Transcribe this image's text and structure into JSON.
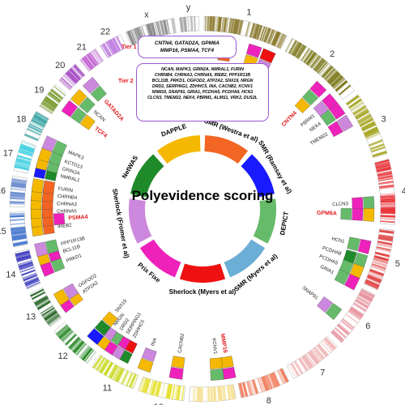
{
  "title": "Polyevidence scoring",
  "tiers": {
    "tier1_label": "Tier 1",
    "tier1_lines": [
      "CNTN4, GATAD2A, GPM6A",
      "MMP16, PSMA4, TCF4"
    ],
    "tier2_label": "Tier 2",
    "tier2_lines": [
      "NCAN, MAPK3, GRIN2A, NMRAL1, FURIN",
      "CHRNB4, CHRNA3, CHRNA5, IREB2, PPP1R13B",
      "BCL11B, PRKD1, OGFOD2, ATP2A2, SNX19, NRGN",
      "DRD2, SERPING1, ZDHHC5, INA, CACNB2, KCNV1",
      "NNM16, SNAP91, GRIA1, PCDHA5, PCDHA8, HCN1",
      "CLCN3, TMEM22, NEK4, PBRM1, ALMS1, VRK2, DUS2L"
    ]
  },
  "methods": [
    {
      "label": "SMR (Westra et al)",
      "color": "#f26522"
    },
    {
      "label": "SMR (Ramsay et al)",
      "color": "#1a1aff"
    },
    {
      "label": "DEPICT",
      "color": "#66bb6a"
    },
    {
      "label": "SMR (Myers et al)",
      "color": "#6baed6"
    },
    {
      "label": "Sherlock (Myers et al)",
      "color": "#ee1111"
    },
    {
      "label": "Prix Fixe",
      "color": "#ee22bb"
    },
    {
      "label": "Sherlock (Fromer et al)",
      "color": "#cc88dd"
    },
    {
      "label": "NetWAS",
      "color": "#1f8a2a"
    },
    {
      "label": "DAPPLE",
      "color": "#f5b800"
    }
  ],
  "chromosomes": [
    "1",
    "2",
    "3",
    "4",
    "5",
    "6",
    "7",
    "8",
    "9",
    "10",
    "11",
    "12",
    "13",
    "14",
    "15",
    "16",
    "17",
    "18",
    "19",
    "20",
    "21",
    "22",
    "x",
    "y"
  ],
  "chromosome_colors": [
    "#8b7a2e",
    "#7e7a1e",
    "#a8a828",
    "#e8353b",
    "#e04a4a",
    "#e896a0",
    "#f0b8b8",
    "#f08060",
    "#f5e090",
    "#e6e030",
    "#c8d820",
    "#2a8a2a",
    "#2f6a2f",
    "#4040c0",
    "#4a7ad0",
    "#7090d0",
    "#40d0e0",
    "#30a0a0",
    "#7a9a30",
    "#a040c0",
    "#c060d0",
    "#c080e0",
    "#888888",
    "#aaaaaa"
  ],
  "genes": [
    {
      "name": "DUS2L",
      "highlight": false,
      "colors": [
        "#f5b800",
        "#f26522"
      ]
    },
    {
      "name": "VRK2",
      "highlight": false,
      "colors": [
        "#ee22bb",
        "#f5b800"
      ]
    },
    {
      "name": "ALMS1",
      "highlight": false,
      "colors": [
        "#ee1111",
        "#cc88dd",
        "#6baed6"
      ]
    },
    {
      "name": "CNTN4",
      "highlight": true,
      "colors": [
        "#ee22bb",
        "#66bb6a",
        "#f5b800"
      ]
    },
    {
      "name": "PBRM1",
      "highlight": false,
      "colors": [
        "#ee22bb",
        "#cc88dd"
      ]
    },
    {
      "name": "NEK4",
      "highlight": false,
      "colors": [
        "#ee22bb",
        "#66bb6a"
      ]
    },
    {
      "name": "TMEM22",
      "highlight": false,
      "colors": [
        "#cc88dd",
        "#ee22bb"
      ]
    },
    {
      "name": "CLCN3",
      "highlight": false,
      "colors": [
        "#66bb6a",
        "#ee22bb"
      ]
    },
    {
      "name": "GPM6A",
      "highlight": true,
      "colors": [
        "#f5b800",
        "#ee22bb",
        "#66bb6a"
      ]
    },
    {
      "name": "HCN1",
      "highlight": false,
      "colors": [
        "#ee22bb",
        "#66bb6a"
      ]
    },
    {
      "name": "PCDHA8",
      "highlight": false,
      "colors": [
        "#66bb6a",
        "#1f8a2a"
      ]
    },
    {
      "name": "PCDHA5",
      "highlight": false,
      "colors": [
        "#f5b800",
        "#66bb6a"
      ]
    },
    {
      "name": "GRIA1",
      "highlight": false,
      "colors": [
        "#ee22bb",
        "#66bb6a"
      ]
    },
    {
      "name": "SNAP91",
      "highlight": false,
      "colors": [
        "#66bb6a",
        "#cc88dd"
      ]
    },
    {
      "name": "MMP16",
      "highlight": true,
      "colors": [
        "#ee22bb",
        "#f5b800"
      ]
    },
    {
      "name": "KCNV1",
      "highlight": false,
      "colors": [
        "#66bb6a",
        "#f5b800"
      ]
    },
    {
      "name": "CACNB2",
      "highlight": false,
      "colors": [
        "#ee22bb",
        "#f5b800"
      ]
    },
    {
      "name": "INA",
      "highlight": false,
      "colors": [
        "#f5b800",
        "#cc88dd"
      ]
    },
    {
      "name": "ZDHHC5",
      "highlight": false,
      "colors": [
        "#1f8a2a",
        "#ee1111"
      ]
    },
    {
      "name": "SERPING1",
      "highlight": false,
      "colors": [
        "#cc88dd",
        "#ee22bb"
      ]
    },
    {
      "name": "DRD2",
      "highlight": false,
      "colors": [
        "#ee22bb",
        "#66bb6a"
      ]
    },
    {
      "name": "NRGN",
      "highlight": false,
      "colors": [
        "#f5b800",
        "#cc88dd"
      ]
    },
    {
      "name": "SNX19",
      "highlight": false,
      "colors": [
        "#1a1aff",
        "#1f8a2a",
        "#f5b800"
      ]
    },
    {
      "name": "ATP2A2",
      "highlight": false,
      "colors": [
        "#ee22bb",
        "#f5b800"
      ]
    },
    {
      "name": "OGFOD2",
      "highlight": false,
      "colors": [
        "#f5b800",
        "#cc88dd"
      ]
    },
    {
      "name": "PRKD1",
      "highlight": false,
      "colors": [
        "#ee22bb",
        "#66bb6a"
      ]
    },
    {
      "name": "BCL11B",
      "highlight": false,
      "colors": [
        "#f5b800",
        "#ee22bb"
      ]
    },
    {
      "name": "PPP1R13B",
      "highlight": false,
      "colors": [
        "#cc88dd",
        "#66bb6a"
      ]
    },
    {
      "name": "IREB2",
      "highlight": false,
      "colors": [
        "#f5b800",
        "#f26522"
      ]
    },
    {
      "name": "PSMA4",
      "highlight": true,
      "colors": [
        "#f5b800",
        "#f26522",
        "#ee22bb"
      ]
    },
    {
      "name": "CHRNA5",
      "highlight": false,
      "colors": [
        "#f5b800",
        "#f26522"
      ]
    },
    {
      "name": "CHRNA3",
      "highlight": false,
      "colors": [
        "#f5b800",
        "#f26522"
      ]
    },
    {
      "name": "CHRNB4",
      "highlight": false,
      "colors": [
        "#f5b800",
        "#f26522"
      ]
    },
    {
      "name": "FURIN",
      "highlight": false,
      "colors": [
        "#f5b800",
        "#f26522"
      ]
    },
    {
      "name": "NMRAL1",
      "highlight": false,
      "colors": [
        "#1a1aff",
        "#1f8a2a"
      ]
    },
    {
      "name": "GRIN2A",
      "highlight": false,
      "colors": [
        "#f5b800",
        "#66bb6a"
      ]
    },
    {
      "name": "KCTD13",
      "highlight": false,
      "colors": [
        "#f5b800",
        "#66bb6a"
      ]
    },
    {
      "name": "MAPK3",
      "highlight": false,
      "colors": [
        "#cc88dd",
        "#66bb6a"
      ]
    },
    {
      "name": "TCF4",
      "highlight": true,
      "colors": [
        "#ee22bb",
        "#66bb6a",
        "#f5b800"
      ]
    },
    {
      "name": "NCAN",
      "highlight": false,
      "colors": [
        "#f5b800",
        "#66bb6a"
      ]
    },
    {
      "name": "GATAD2A",
      "highlight": true,
      "colors": [
        "#cc88dd",
        "#66bb6a"
      ]
    }
  ]
}
